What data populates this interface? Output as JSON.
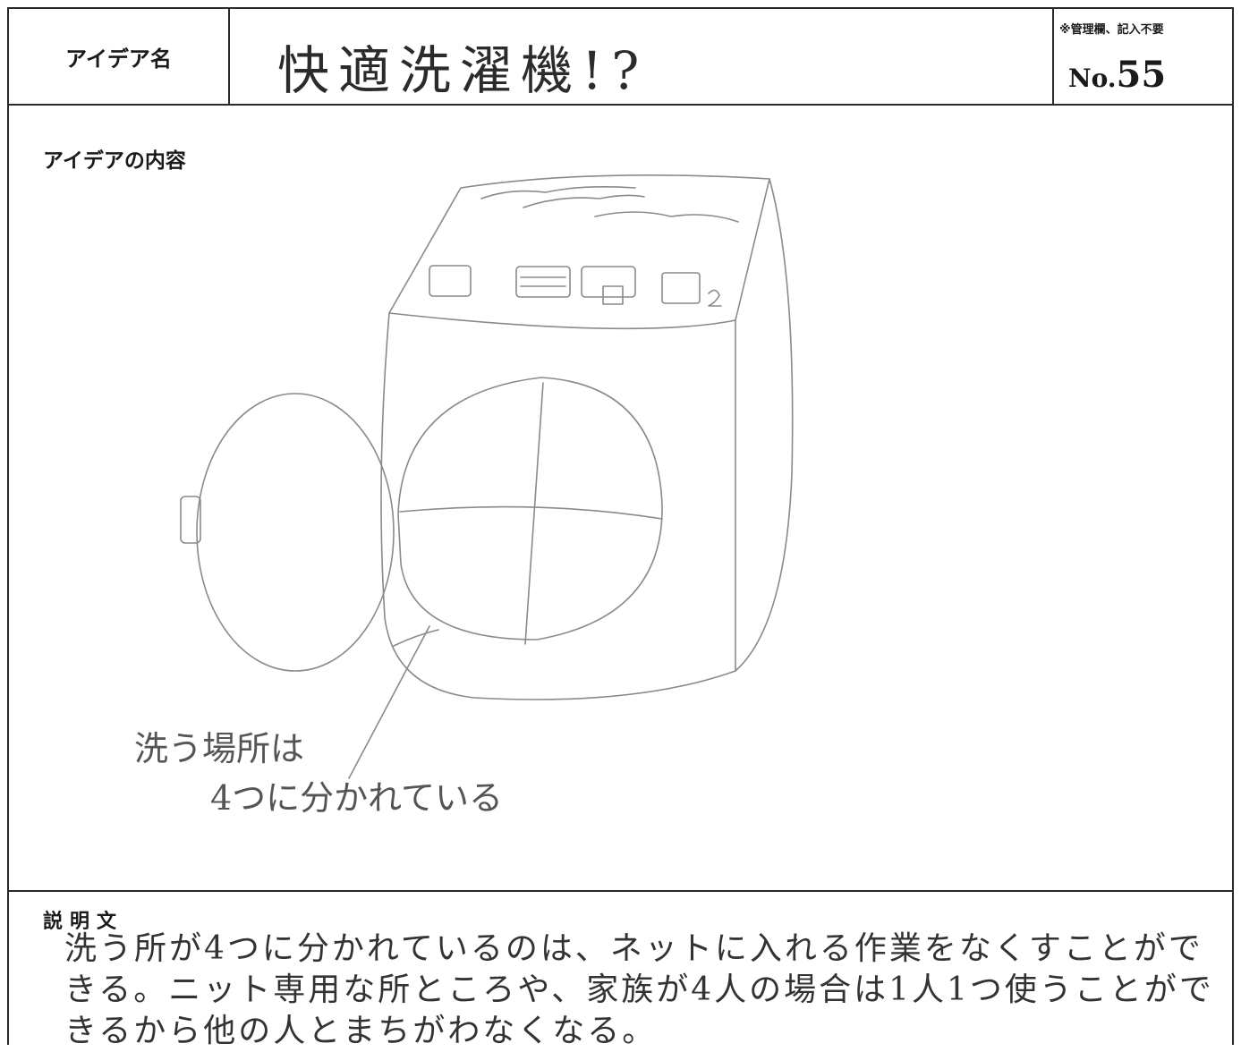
{
  "header": {
    "idea_name_label": "アイデア名",
    "idea_title": "快適洗濯機!?",
    "admin_note": "※管理欄、記入不要",
    "no_prefix": "No.",
    "no_value": "55"
  },
  "content": {
    "label": "アイデアの内容",
    "annotation_line1": "洗う場所は",
    "annotation_line2": "4つに分かれている"
  },
  "description": {
    "label": "説明文",
    "text": "洗う所が4つに分かれているのは、ネットに入れる作業をなくすことができる。ニット専用な所ところや、家族が4人の場合は1人1つ使うことができるから他の人とまちがわなくなる。"
  }
}
